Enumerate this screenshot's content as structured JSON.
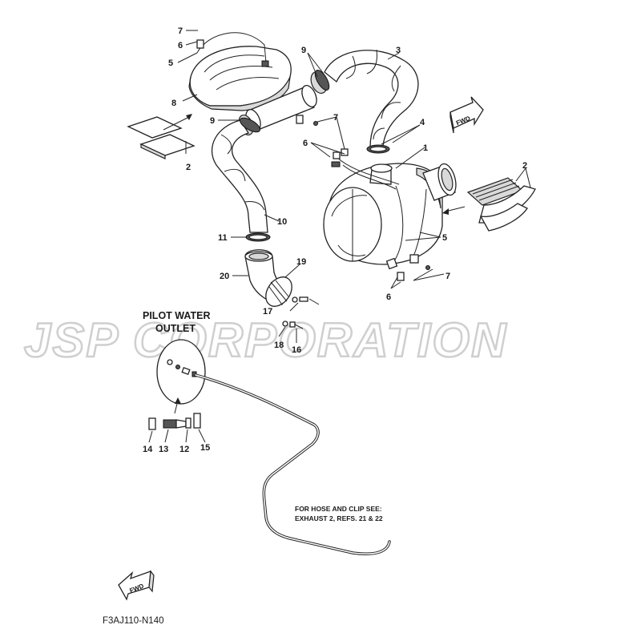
{
  "watermark": "JSP CORPORATION",
  "diagram_code": "F3AJ110-N140",
  "pilot_label_line1": "PILOT WATER",
  "pilot_label_line2": "OUTLET",
  "note_line1": "FOR HOSE AND CLIP SEE:",
  "note_line2": "EXHAUST 2, REFS. 21 & 22",
  "fwd_label": "FWD",
  "callouts": {
    "c1": "1",
    "c2a": "2",
    "c2b": "2",
    "c3": "3",
    "c4": "4",
    "c5a": "5",
    "c5b": "5",
    "c6a": "6",
    "c6b": "6",
    "c6c": "6",
    "c7a": "7",
    "c7b": "7",
    "c7c": "7",
    "c8": "8",
    "c9a": "9",
    "c9b": "9",
    "c10": "10",
    "c11": "11",
    "c12": "12",
    "c13": "13",
    "c14": "14",
    "c15": "15",
    "c16": "16",
    "c17": "17",
    "c18": "18",
    "c19": "19",
    "c20": "20"
  }
}
